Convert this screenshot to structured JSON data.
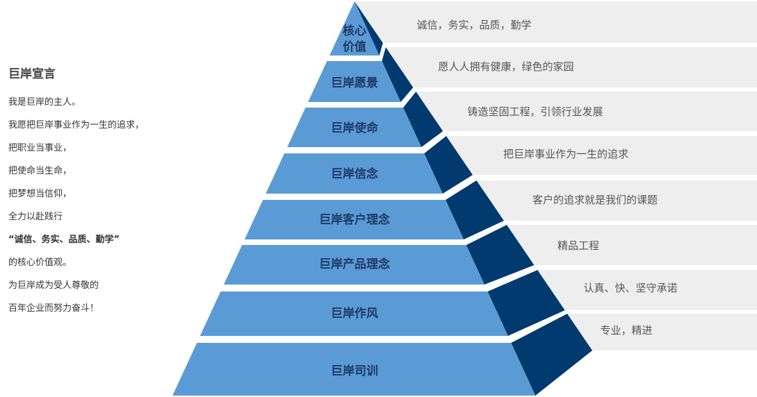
{
  "manifesto": {
    "title": "巨岸宣言",
    "lines": [
      "我是巨岸的主人。",
      "我愿把巨岸事业作为一生的追求，",
      "把职业当事业，",
      "把使命当生命，",
      "把梦想当信仰，",
      "全力以赴践行",
      "“诚信、务实、品质、勤学”",
      "的核心价值观。",
      "为巨岸成为受人尊敬的",
      "百年企业而努力奋斗！"
    ]
  },
  "pyramid": {
    "colors": {
      "light": "#5b9bd5",
      "dark": "#003a6e",
      "row": "#eeeeee"
    },
    "tiers": [
      {
        "label_line1": "核心",
        "label_line2": "价值",
        "description": "诚信，务实，品质，勤学"
      },
      {
        "label": "巨岸愿景",
        "description": "愿人人拥有健康，绿色的家园"
      },
      {
        "label": "巨岸使命",
        "description": "铸造坚固工程，引领行业发展"
      },
      {
        "label": "巨岸信念",
        "description": "把巨岸事业作为一生的追求"
      },
      {
        "label": "巨岸客户理念",
        "description": "客户的追求就是我们的课题"
      },
      {
        "label": "巨岸产品理念",
        "description": "精品工程"
      },
      {
        "label": "巨岸作风",
        "description": "认真、快、坚守承诺"
      },
      {
        "label": "巨岸司训",
        "description": "专业，精进"
      }
    ]
  }
}
